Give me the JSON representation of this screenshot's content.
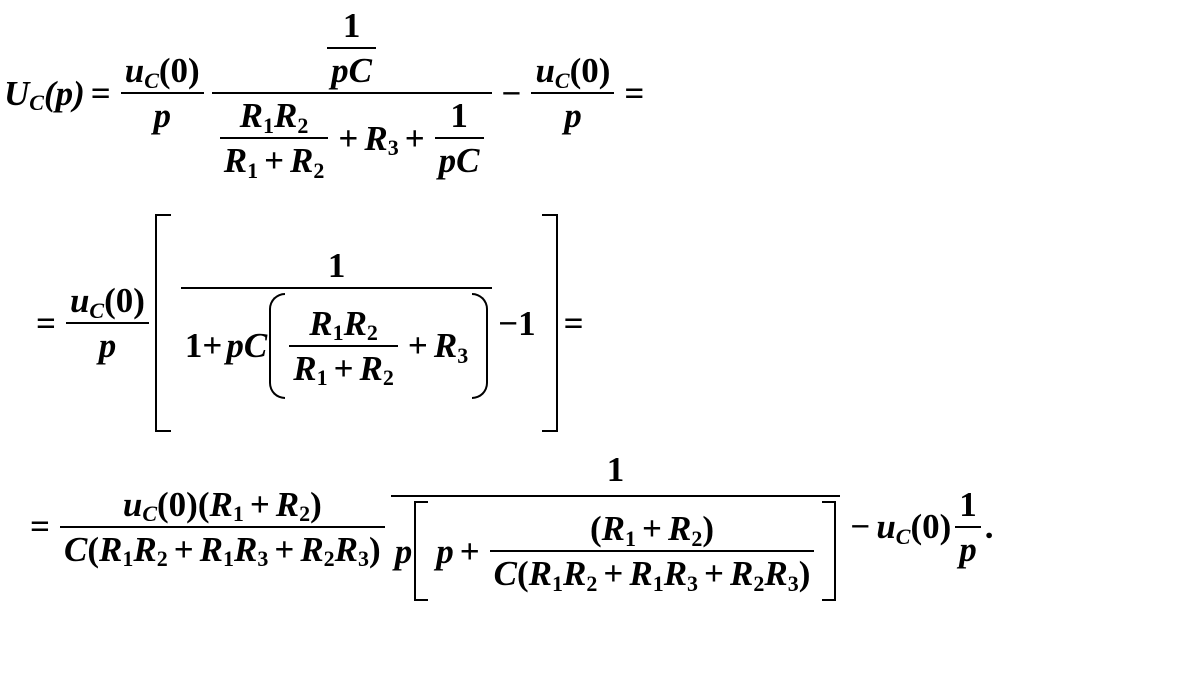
{
  "line1": {
    "lhs": "U",
    "lhs_sub": "C",
    "lhs_arg": "(p)",
    "eq": "=",
    "uc": "u",
    "uc_sub": "C",
    "uc_arg": "(0)",
    "p": "p",
    "one": "1",
    "pC": "pC",
    "R": "R",
    "s1": "1",
    "s2": "2",
    "s3": "3",
    "plus": "+",
    "minus": "−"
  },
  "line2": {
    "eq": "=",
    "uc": "u",
    "uc_sub": "C",
    "uc_arg": "(0)",
    "p": "p",
    "one": "1",
    "one_plus": "1+",
    "pC": "pC",
    "R": "R",
    "s1": "1",
    "s2": "2",
    "s3": "3",
    "plus": "+",
    "minus_one": "−1",
    "trail_eq": "="
  },
  "line3": {
    "eq": "=",
    "uc": "u",
    "uc_sub": "C",
    "uc_arg": "(0)",
    "C": "C",
    "R": "R",
    "s1": "1",
    "s2": "2",
    "s3": "3",
    "plus": "+",
    "one": "1",
    "p": "p",
    "minus": "−",
    "dot": "."
  }
}
